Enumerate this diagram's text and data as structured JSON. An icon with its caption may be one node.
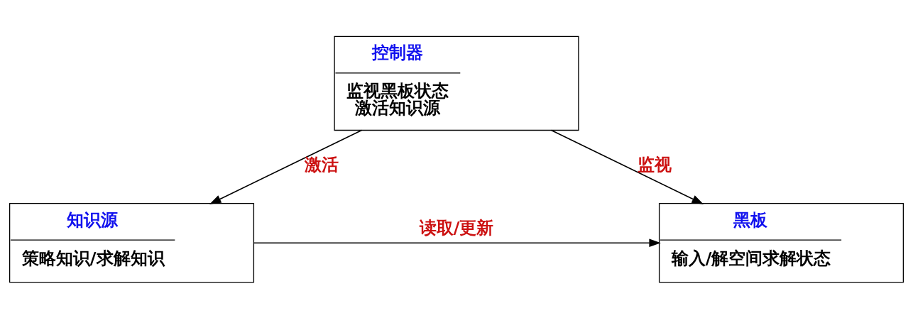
{
  "diagram": {
    "nodes": [
      {
        "text": [
          "黑板",
          "输入/解空间求解状态"
        ]
      },
      {
        "text": [
          "知识源",
          "策略知识/求解知识"
        ]
      },
      {
        "text": [
          "控制器",
          "监视黑板状态",
          "激活知识源"
        ]
      }
    ],
    "edges": [
      {
        "from": 1,
        "to": 0,
        "arrow": "to",
        "label": "读取/更新"
      },
      {
        "from": 2,
        "to": 0,
        "arrow": "to",
        "label": "监视"
      },
      {
        "from": 2,
        "to": 1,
        "arrow": "to",
        "label": "激活"
      }
    ]
  }
}
